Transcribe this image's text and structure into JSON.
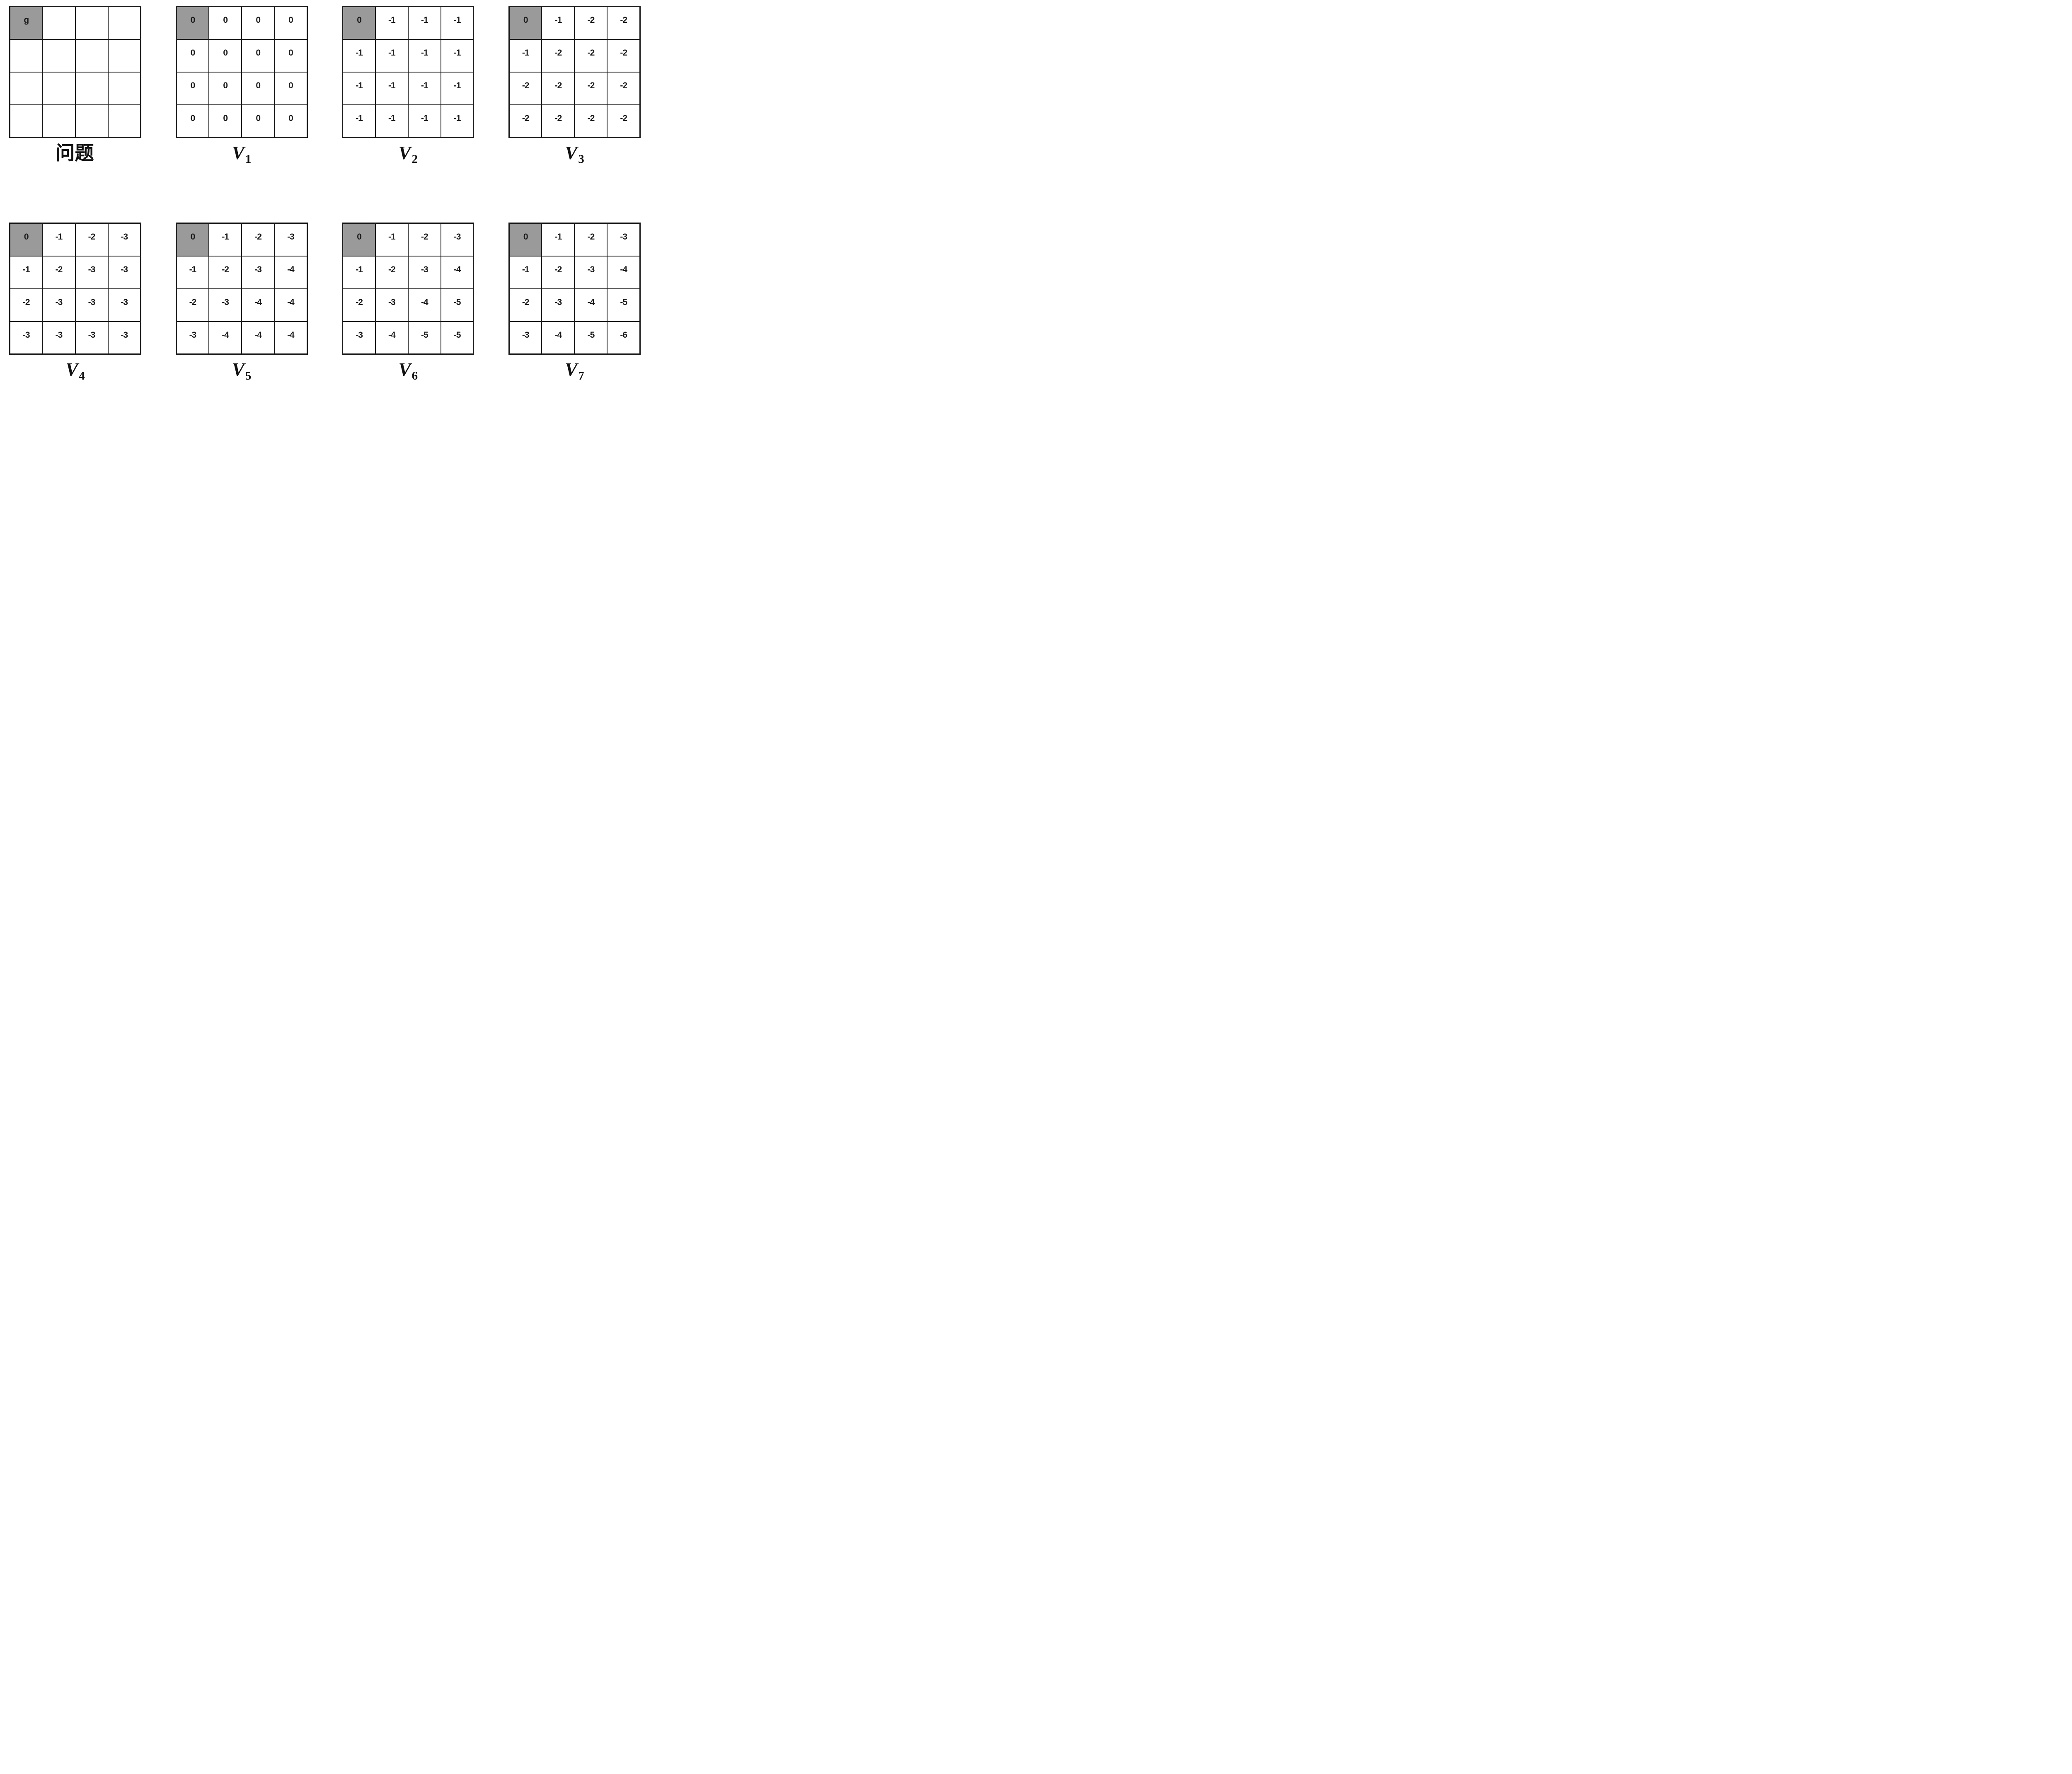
{
  "colors": {
    "background": "#ffffff",
    "grid_line": "#1a1a1a",
    "goal_cell_fill": "#9a9a9a",
    "text": "#1a1a1a"
  },
  "goal_cell": {
    "row": 0,
    "col": 0
  },
  "grids": [
    {
      "id": "problem",
      "label": {
        "base": "问题",
        "sub": "",
        "style": "cjk"
      },
      "cells": [
        [
          "g",
          "",
          "",
          ""
        ],
        [
          "",
          "",
          "",
          ""
        ],
        [
          "",
          "",
          "",
          ""
        ],
        [
          "",
          "",
          "",
          ""
        ]
      ]
    },
    {
      "id": "v1",
      "label": {
        "base": "V",
        "sub": "1",
        "style": "math"
      },
      "cells": [
        [
          "0",
          "0",
          "0",
          "0"
        ],
        [
          "0",
          "0",
          "0",
          "0"
        ],
        [
          "0",
          "0",
          "0",
          "0"
        ],
        [
          "0",
          "0",
          "0",
          "0"
        ]
      ]
    },
    {
      "id": "v2",
      "label": {
        "base": "V",
        "sub": "2",
        "style": "math"
      },
      "cells": [
        [
          "0",
          "-1",
          "-1",
          "-1"
        ],
        [
          "-1",
          "-1",
          "-1",
          "-1"
        ],
        [
          "-1",
          "-1",
          "-1",
          "-1"
        ],
        [
          "-1",
          "-1",
          "-1",
          "-1"
        ]
      ]
    },
    {
      "id": "v3",
      "label": {
        "base": "V",
        "sub": "3",
        "style": "math"
      },
      "cells": [
        [
          "0",
          "-1",
          "-2",
          "-2"
        ],
        [
          "-1",
          "-2",
          "-2",
          "-2"
        ],
        [
          "-2",
          "-2",
          "-2",
          "-2"
        ],
        [
          "-2",
          "-2",
          "-2",
          "-2"
        ]
      ]
    },
    {
      "id": "v4",
      "label": {
        "base": "V",
        "sub": "4",
        "style": "math"
      },
      "cells": [
        [
          "0",
          "-1",
          "-2",
          "-3"
        ],
        [
          "-1",
          "-2",
          "-3",
          "-3"
        ],
        [
          "-2",
          "-3",
          "-3",
          "-3"
        ],
        [
          "-3",
          "-3",
          "-3",
          "-3"
        ]
      ]
    },
    {
      "id": "v5",
      "label": {
        "base": "V",
        "sub": "5",
        "style": "math"
      },
      "cells": [
        [
          "0",
          "-1",
          "-2",
          "-3"
        ],
        [
          "-1",
          "-2",
          "-3",
          "-4"
        ],
        [
          "-2",
          "-3",
          "-4",
          "-4"
        ],
        [
          "-3",
          "-4",
          "-4",
          "-4"
        ]
      ]
    },
    {
      "id": "v6",
      "label": {
        "base": "V",
        "sub": "6",
        "style": "math"
      },
      "cells": [
        [
          "0",
          "-1",
          "-2",
          "-3"
        ],
        [
          "-1",
          "-2",
          "-3",
          "-4"
        ],
        [
          "-2",
          "-3",
          "-4",
          "-5"
        ],
        [
          "-3",
          "-4",
          "-5",
          "-5"
        ]
      ]
    },
    {
      "id": "v7",
      "label": {
        "base": "V",
        "sub": "7",
        "style": "math"
      },
      "cells": [
        [
          "0",
          "-1",
          "-2",
          "-3"
        ],
        [
          "-1",
          "-2",
          "-3",
          "-4"
        ],
        [
          "-2",
          "-3",
          "-4",
          "-5"
        ],
        [
          "-3",
          "-4",
          "-5",
          "-6"
        ]
      ]
    }
  ]
}
